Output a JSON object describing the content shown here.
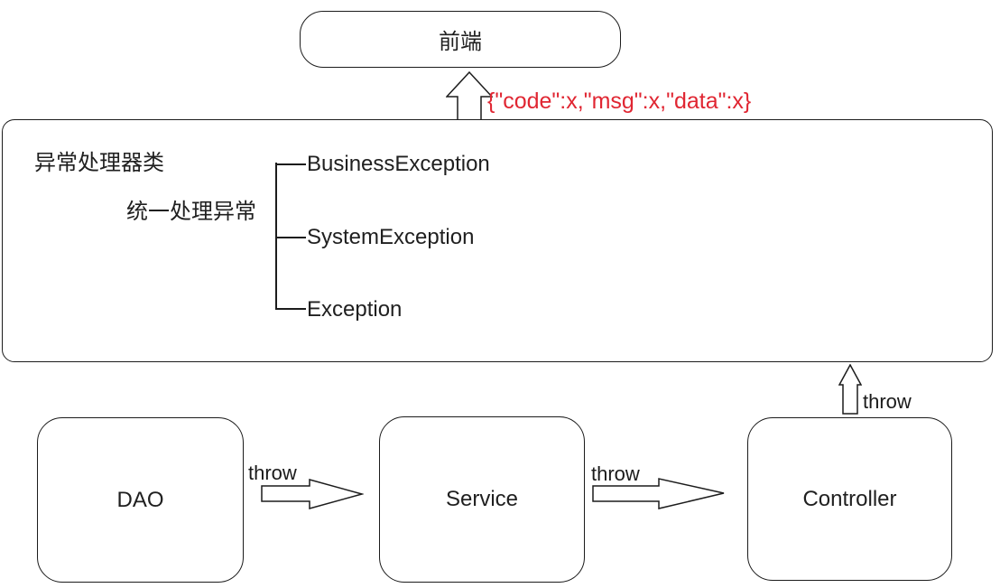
{
  "diagram": {
    "frontend": {
      "label": "前端"
    },
    "response_annotation": {
      "text": "{\"code\":x,\"msg\":x,\"data\":x}"
    },
    "handler_box": {
      "title": "异常处理器类",
      "subtitle": "统一处理异常",
      "exceptions": [
        "BusinessException",
        "SystemException",
        "Exception"
      ]
    },
    "layers": [
      {
        "label": "DAO"
      },
      {
        "label": "Service"
      },
      {
        "label": "Controller"
      }
    ],
    "throw_labels": {
      "dao_to_service": "throw",
      "service_to_controller": "throw",
      "controller_to_handler": "throw"
    },
    "colors": {
      "annotation_red": "#e02632",
      "line_black": "#1c1c1c",
      "background": "#ffffff"
    }
  }
}
